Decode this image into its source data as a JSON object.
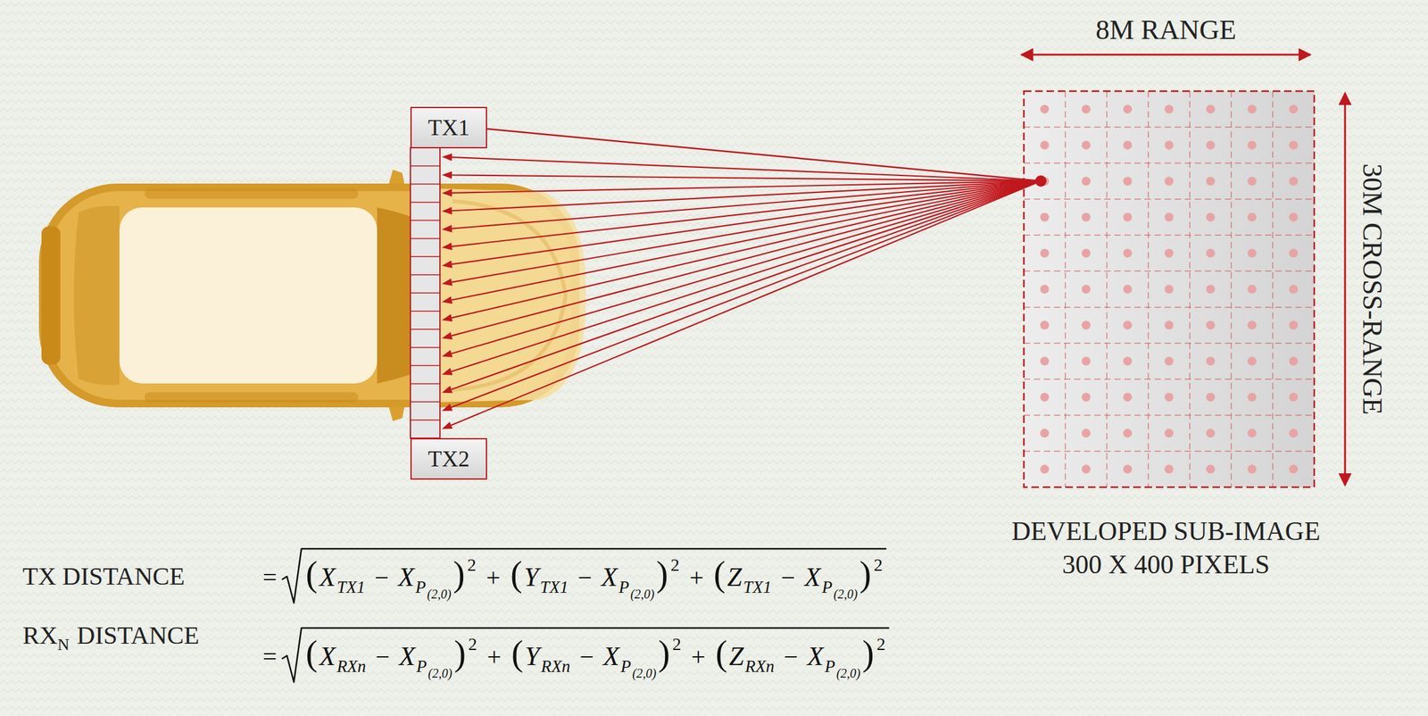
{
  "diagram": {
    "nodes": [
      {
        "text": [
          "TX1"
        ]
      },
      {
        "text": [
          "TX2"
        ]
      }
    ],
    "labels": [
      "8M RANGE",
      "30M CROSS-RANGE",
      "DEVELOPED SUB-IMAGE",
      "300 X 400 PIXELS",
      "TX DISTANCE",
      "=",
      "(",
      "X",
      "TX1",
      "−",
      "X",
      "P",
      "(2,0)",
      ")",
      "2",
      "+",
      "(",
      "Y",
      "TX1",
      "−",
      "X",
      "P",
      "(2,0)",
      ")",
      "2",
      "+",
      "(",
      "Z",
      "TX1",
      "−",
      "X",
      "P",
      "(2,0)",
      ")",
      "2",
      "RX",
      "N",
      "DISTANCE",
      "=",
      "(",
      "X",
      "RXn",
      "−",
      "X",
      "P",
      "(2,0)",
      ")",
      "2",
      "+",
      "(",
      "Y",
      "RXn",
      "−",
      "X",
      "P",
      "(2,0)",
      ")",
      "2",
      "+",
      "(",
      "Z",
      "RXn",
      "−",
      "X",
      "P",
      "(2,0)",
      ")",
      "2"
    ]
  }
}
